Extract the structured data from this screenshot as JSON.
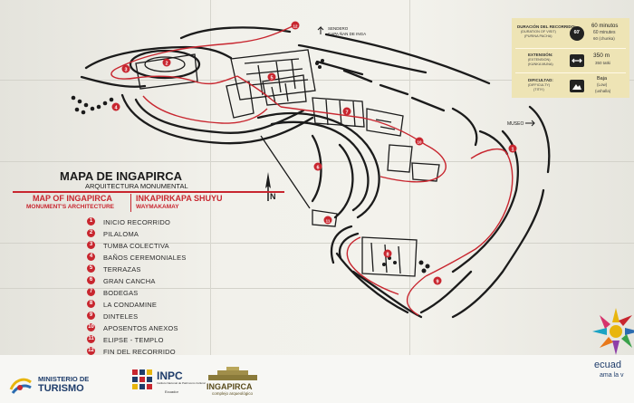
{
  "title": {
    "es": "MAPA DE INGAPIRCA",
    "es_sub": "ARQUITECTURA MONUMENTAL",
    "en": "MAP OF INGAPIRCA",
    "en_sub": "MONUMENT'S ARCHITECTURE",
    "qu": "INKAPIRKAPA SHUYU",
    "qu_sub": "WAYMAKAMAY"
  },
  "legend": [
    {
      "num": "1",
      "label": "INICIO RECORRIDO"
    },
    {
      "num": "2",
      "label": "PILALOMA"
    },
    {
      "num": "3",
      "label": "TUMBA COLECTIVA"
    },
    {
      "num": "4",
      "label": "BAÑOS CEREMONIALES"
    },
    {
      "num": "5",
      "label": "TERRAZAS"
    },
    {
      "num": "6",
      "label": "GRAN CANCHA"
    },
    {
      "num": "7",
      "label": "BODEGAS"
    },
    {
      "num": "8",
      "label": "LA CONDAMINE"
    },
    {
      "num": "9",
      "label": "DINTELES"
    },
    {
      "num": "10",
      "label": "APOSENTOS ANEXOS"
    },
    {
      "num": "11",
      "label": "ELIPSE - TEMPLO"
    },
    {
      "num": "12",
      "label": "FIN DEL RECORRIDO"
    }
  ],
  "info": {
    "duration_label": "DURACIÓN DEL RECORRIDO:",
    "duration_label_en": "(DURATION OF VISIT)",
    "duration_label_qu": "(PURINA PACHA)",
    "duration_value": "60 minutos",
    "duration_value_en": "60 minutes",
    "duration_value_qu": "60 (chunka)",
    "clock_text": "60'",
    "extension_label": "EXTENSIÓN:",
    "extension_label_en": "(EXTENSION)",
    "extension_label_qu": "(KUNKA MUNA)",
    "extension_value": "350 m",
    "extension_value_qu": "350 tatki",
    "difficulty_label": "DIFICULTAD:",
    "difficulty_label_en": "(DIFFICULTY)",
    "difficulty_label_qu": "(TITIY)",
    "difficulty_value": "Baja",
    "difficulty_value_en": "(Low)",
    "difficulty_value_qu": "(ushalla)"
  },
  "map_labels": {
    "sendero": "SENDERO",
    "sendero_sub": "CAPA ÑAN DE INGA",
    "museo": "MUSEO",
    "north": "N"
  },
  "markers": [
    "1",
    "2",
    "3",
    "4",
    "5",
    "6",
    "7",
    "8",
    "9",
    "10",
    "11",
    "12"
  ],
  "footer": {
    "ministerio_line1": "MINISTERIO DE",
    "ministerio_line2": "TURISMO",
    "inpc": "INPC",
    "inpc_sub": "Instituto Nacional de Patrimonio Cultural",
    "inpc_country": "Ecuador",
    "ingapirca": "INGAPIRCA",
    "ingapirca_sub": "complejo arqueológico",
    "ecuador": "ecuad",
    "ecuador_slogan": "ama la v"
  },
  "colors": {
    "route": "#c8262f",
    "ink": "#1b1b1b",
    "panel": "#eee4b5",
    "brand_red": "#c8262f"
  }
}
